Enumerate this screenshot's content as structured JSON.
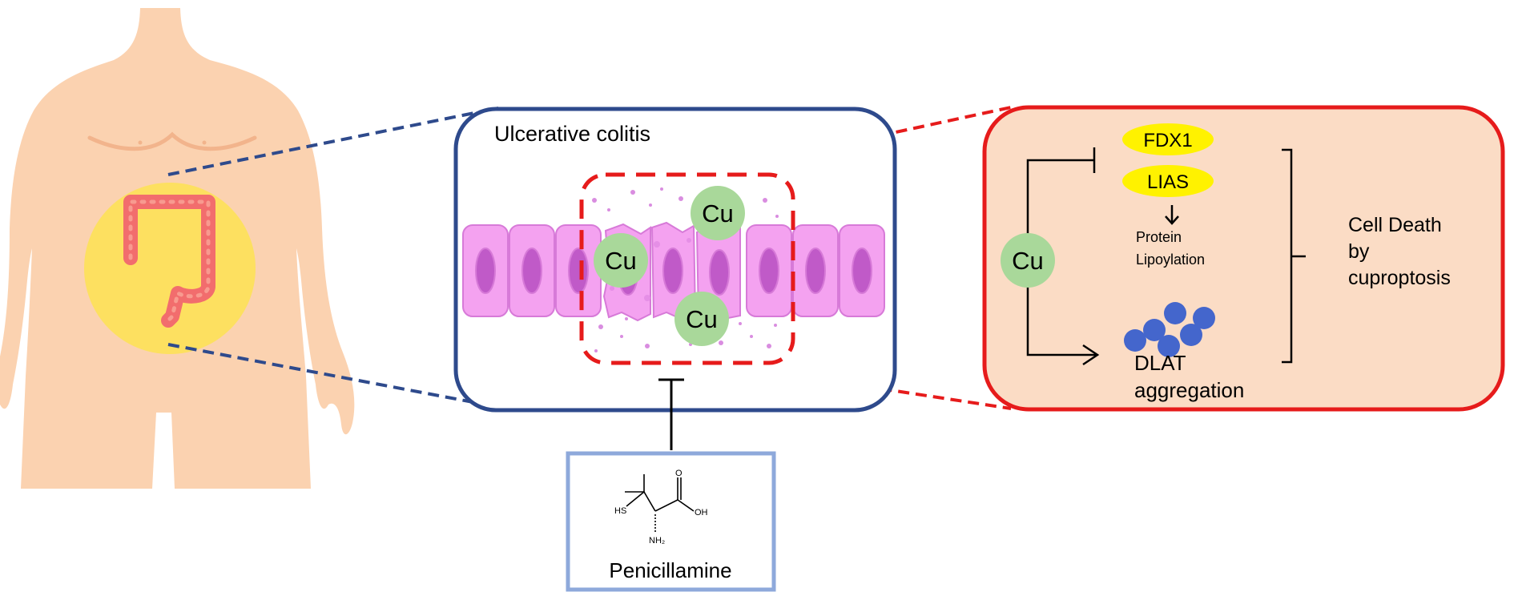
{
  "colitis_panel": {
    "title": "Ulcerative colitis",
    "copper_labels": [
      "Cu",
      "Cu",
      "Cu"
    ]
  },
  "drug_panel": {
    "name": "Penicillamine",
    "structure_labels": {
      "thiol": "HS",
      "carbonyl_oxygen": "O",
      "hydroxyl": "OH",
      "amine": "NH₂"
    }
  },
  "mechanism_panel": {
    "copper_label": "Cu",
    "targets": [
      "FDX1",
      "LIAS"
    ],
    "downstream": [
      "Protein",
      "Lipoylation"
    ],
    "aggregation": [
      "DLAT",
      "aggregation"
    ],
    "outcome": [
      "Cell Death",
      "by",
      "cuproptosis"
    ]
  },
  "colors": {
    "skin": "#fbd2b0",
    "skin_shadow": "#f2b48c",
    "colon": "#f26d6d",
    "colon_highlight": "#fde060",
    "colitis_border": "#2e4a8c",
    "mechanism_border": "#e61b1b",
    "mechanism_fill": "#fbdcc5",
    "cell_fill": "#f4a2f0",
    "nucleus": "#c05ac8",
    "copper_fill": "#a9d89a",
    "protein_label_fill": "#fff200",
    "dlat_dot": "#4466cc",
    "drug_border": "#8ea9db"
  }
}
